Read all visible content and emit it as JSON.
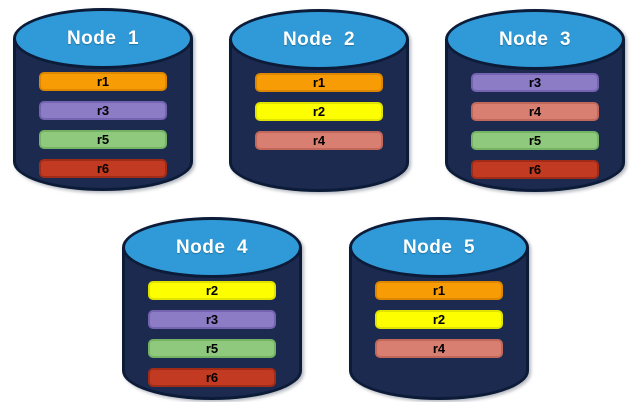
{
  "colors": {
    "background": "#FFFFFF",
    "cylinder_body": "#1B2A4E",
    "cylinder_outline": "#0C1B38",
    "cylinder_top": "#2F9AD7",
    "title_text": "#FFFFFF",
    "bar_text": "#000000"
  },
  "replica_colors": {
    "r1": {
      "fill": "#F89C05",
      "border": "#DD8600"
    },
    "r2": {
      "fill": "#FDFF00",
      "border": "#E0E300"
    },
    "r3": {
      "fill": "#8C7BC5",
      "border": "#7463B1"
    },
    "r4": {
      "fill": "#D97F72",
      "border": "#C2685A"
    },
    "r5": {
      "fill": "#8FC97D",
      "border": "#74B363"
    },
    "r6": {
      "fill": "#C23A22",
      "border": "#A02C18"
    }
  },
  "nodes": [
    {
      "title": "Node  1",
      "replicas": [
        "r1",
        "r3",
        "r5",
        "r6"
      ]
    },
    {
      "title": "Node  2",
      "replicas": [
        "r1",
        "r2",
        "r4"
      ]
    },
    {
      "title": "Node  3",
      "replicas": [
        "r3",
        "r4",
        "r5",
        "r6"
      ]
    },
    {
      "title": "Node  4",
      "replicas": [
        "r2",
        "r3",
        "r5",
        "r6"
      ]
    },
    {
      "title": "Node  5",
      "replicas": [
        "r1",
        "r2",
        "r4"
      ]
    }
  ]
}
